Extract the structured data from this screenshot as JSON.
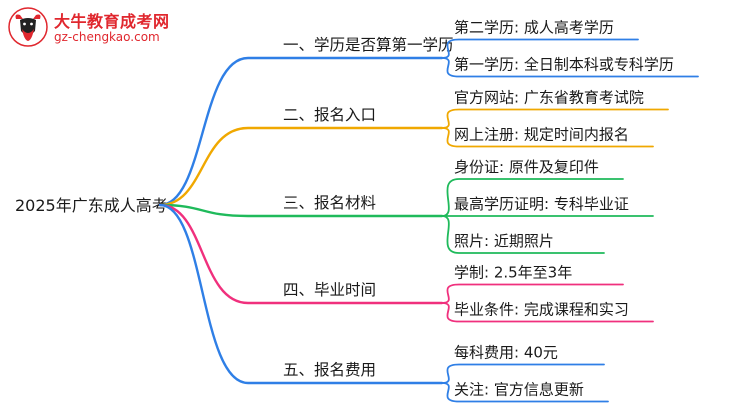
{
  "watermark": {
    "title": "大牛教育成考网",
    "url": "gz-chengkao.com",
    "logo_icon": "bull-head-logo-icon",
    "color": "#e0272e"
  },
  "root": {
    "label": "2025年广东成人高考"
  },
  "branches": [
    {
      "label": "一、学历是否算第一学历",
      "color": "#2f7fe6",
      "children": [
        "第二学历: 成人高考学历",
        "第一学历: 全日制本科或专科学历"
      ]
    },
    {
      "label": "二、报名入口",
      "color": "#f0a800",
      "children": [
        "官方网站: 广东省教育考试院",
        "网上注册: 规定时间内报名"
      ]
    },
    {
      "label": "三、报名材料",
      "color": "#1fba5b",
      "children": [
        "身份证: 原件及复印件",
        "最高学历证明: 专科毕业证",
        "照片: 近期照片"
      ]
    },
    {
      "label": "四、毕业时间",
      "color": "#f0307d",
      "children": [
        "学制: 2.5年至3年",
        "毕业条件: 完成课程和实习"
      ]
    },
    {
      "label": "五、报名费用",
      "color": "#2f7fe6",
      "children": [
        "每科费用: 40元",
        "关注: 官方信息更新"
      ]
    }
  ]
}
